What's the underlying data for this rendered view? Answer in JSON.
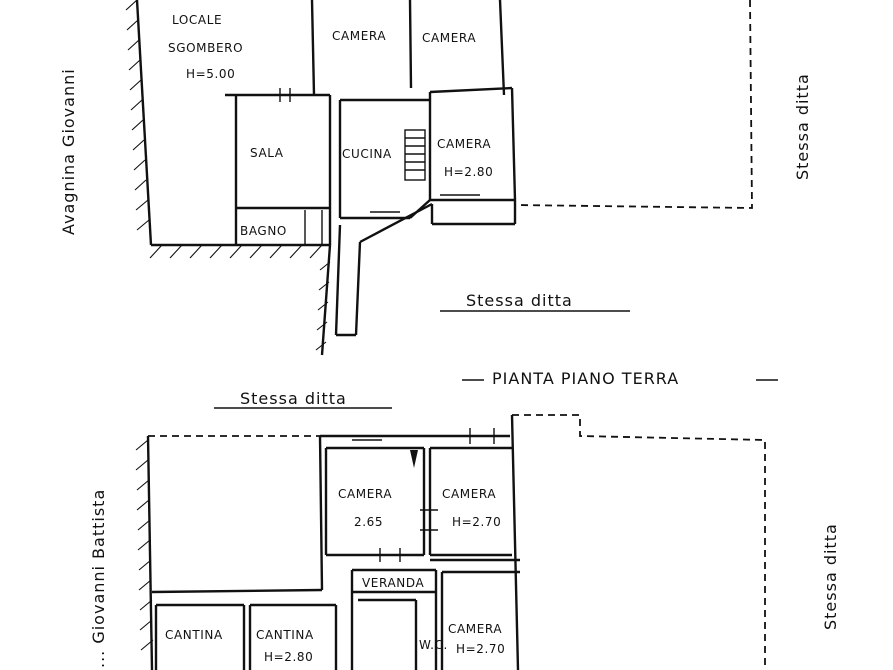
{
  "ground_floor": {
    "rooms": {
      "locale_line1": "LOCALE",
      "locale_line2": "SGOMBERO",
      "locale_height": "H=5.00",
      "camera_a": "CAMERA",
      "camera_b": "CAMERA",
      "sala": "SALA",
      "cucina": "CUCINA",
      "camera_c": "CAMERA",
      "camera_c_height": "H=2.80",
      "bagno": "BAGNO"
    },
    "street_left": "Avagnina Giovanni",
    "neighbor_right": "Stessa ditta",
    "neighbor_bottom": "Stessa ditta",
    "plan_title": "PIANTA PIANO TERRA"
  },
  "lower_floor": {
    "neighbor_top": "Stessa ditta",
    "street_left": "... Giovanni Battista",
    "neighbor_right": "Stessa ditta",
    "rooms": {
      "camera_a": "CAMERA",
      "camera_a_height": "2.65",
      "camera_b": "CAMERA",
      "camera_b_height": "H=2.70",
      "veranda": "VERANDA",
      "cantina_a": "CANTINA",
      "cantina_b": "CANTINA",
      "cantina_b_height": "H=2.80",
      "wc": "W.C.",
      "camera_c": "CAMERA",
      "camera_c_height": "H=2.70"
    }
  }
}
